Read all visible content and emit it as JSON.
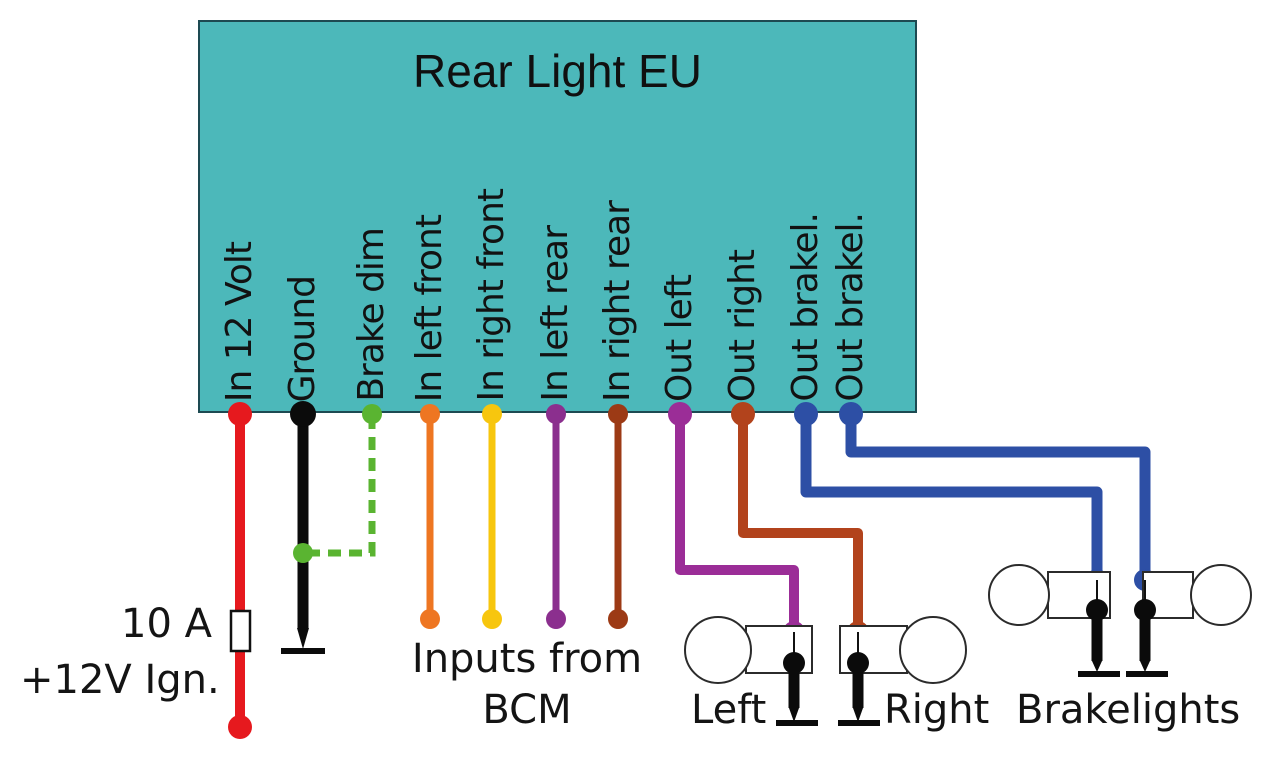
{
  "title": "Rear Light EU",
  "module": {
    "box_fill": "#4cb8ba",
    "box_border": "#1d4a52",
    "pins": [
      {
        "label": "In 12 Volt",
        "color": "#e6191e"
      },
      {
        "label": "Ground",
        "color": "#0b0b0b"
      },
      {
        "label": "Brake dim",
        "color": "#5ab431"
      },
      {
        "label": "In left front",
        "color": "#ee7622"
      },
      {
        "label": "In right front",
        "color": "#f7c60e"
      },
      {
        "label": "In left rear",
        "color": "#8b2f8e"
      },
      {
        "label": "In right rear",
        "color": "#9c3a15"
      },
      {
        "label": "Out left",
        "color": "#9b2d97"
      },
      {
        "label": "Out right",
        "color": "#b2431c"
      },
      {
        "label": "Out brakel.",
        "color": "#2d4fa5"
      },
      {
        "label": "Out brakel.",
        "color": "#2d4fa5"
      }
    ]
  },
  "labels": {
    "fuse_rating": "10 A",
    "supply": "+12V Ign.",
    "inputs_line1": "Inputs from",
    "inputs_line2": "BCM",
    "left_bulb": "Left",
    "right_bulb": "Right",
    "brakelights": "Brakelights"
  }
}
